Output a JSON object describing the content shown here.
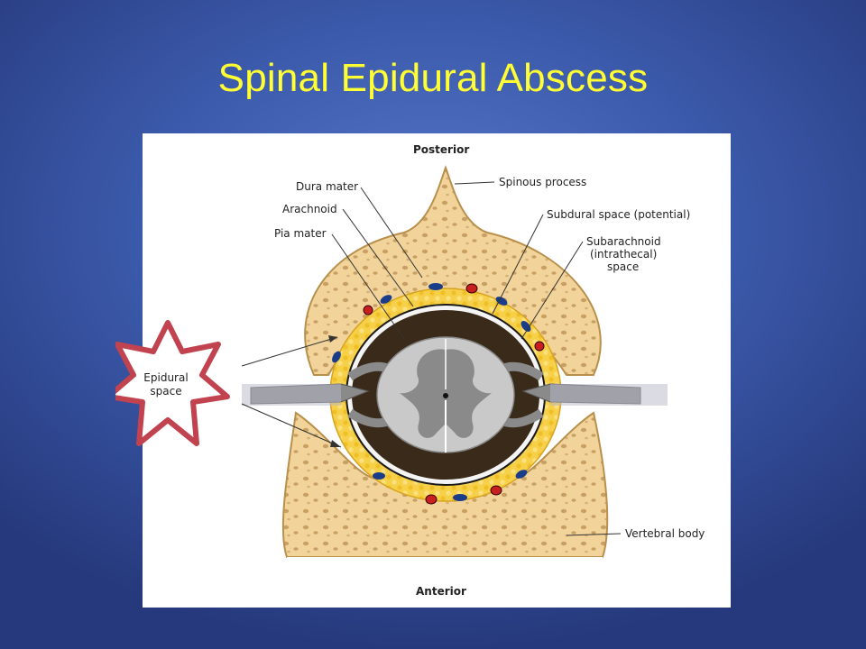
{
  "slide": {
    "title": "Spinal Epidural Abscess"
  },
  "diagram": {
    "orientation_top": "Posterior",
    "orientation_bottom": "Anterior",
    "labels": {
      "dura_mater": "Dura mater",
      "arachnoid": "Arachnoid",
      "pia_mater": "Pia mater",
      "spinous_process": "Spinous process",
      "subdural_space": "Subdural space (potential)",
      "subarachnoid_line1": "Subarachnoid",
      "subarachnoid_line2": "(intrathecal)",
      "subarachnoid_line3": "space",
      "vertebral_body": "Vertebral body",
      "epidural_line1": "Epidural",
      "epidural_line2": "space"
    },
    "colors": {
      "bone": "#f2d49a",
      "bone_pores": "#c59a55",
      "fat": "#f5c83a",
      "csf_space": "#3a2a1a",
      "cord_white": "#c9c9c9",
      "cord_gray": "#8a8a8a",
      "star_outline": "#c0434f"
    }
  }
}
